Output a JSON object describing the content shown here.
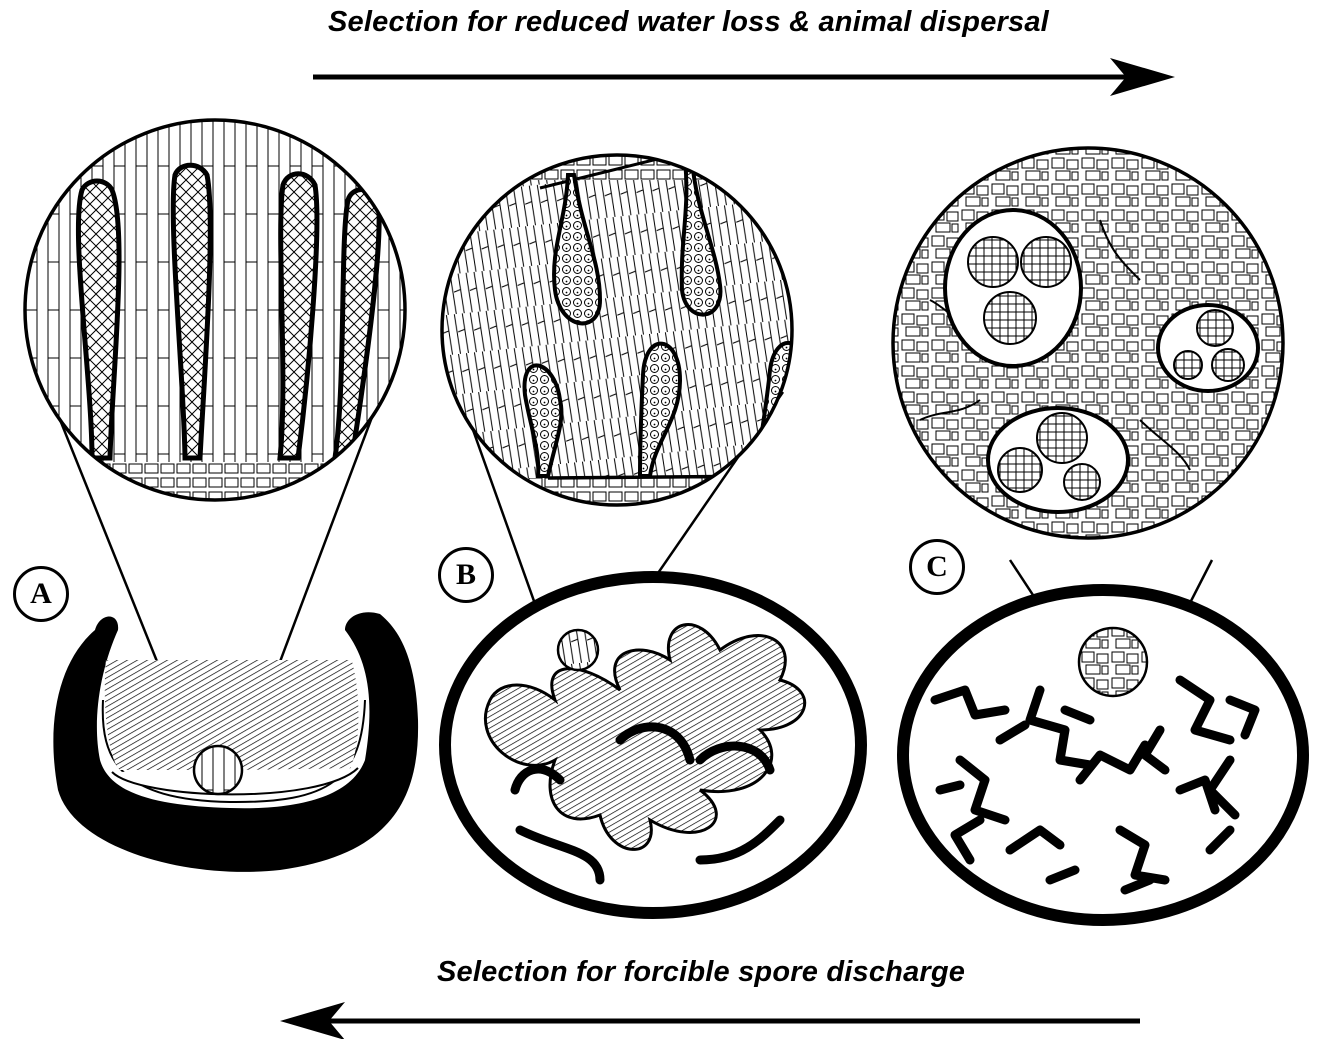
{
  "captions": {
    "top": "Selection for reduced water loss & animal dispersal",
    "bottom": "Selection for forcible spore discharge"
  },
  "panels": [
    {
      "label": "A"
    },
    {
      "label": "B"
    },
    {
      "label": "C"
    }
  ],
  "colors": {
    "ink": "#000000",
    "paper": "#ffffff"
  }
}
